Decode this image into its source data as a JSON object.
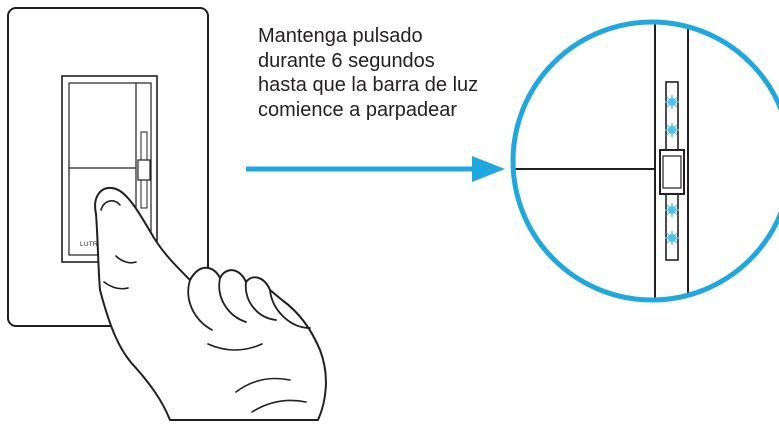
{
  "instruction": {
    "lines": [
      "Mantenga pulsado",
      "durante 6 segundos",
      "hasta que la barra de luz",
      "comience a parpadear"
    ]
  },
  "device": {
    "brand": "LUTRON"
  },
  "colors": {
    "accent": "#1fa8e0",
    "outline": "#231f20",
    "led_glow": "#4fc3f0"
  },
  "icons": {
    "arrow": "right-arrow-icon",
    "hand": "pressing-hand-icon",
    "led": "blinking-led-icon"
  }
}
